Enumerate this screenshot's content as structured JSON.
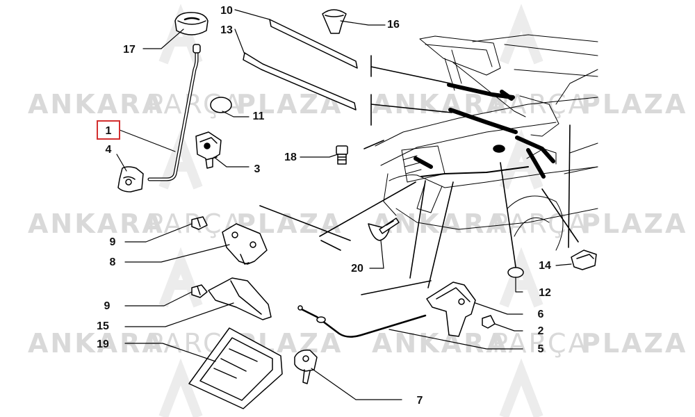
{
  "watermark": {
    "word1": "ANKARA",
    "word2": "PARÇA",
    "word3": "PLAZA"
  },
  "callouts": {
    "c1": "1",
    "c2": "2",
    "c3": "3",
    "c4": "4",
    "c5": "5",
    "c6": "6",
    "c7": "7",
    "c8": "8",
    "c9a": "9",
    "c9b": "9",
    "c10": "10",
    "c11": "11",
    "c12": "12",
    "c13": "13",
    "c14": "14",
    "c15": "15",
    "c16": "16",
    "c17": "17",
    "c18": "18",
    "c19": "19",
    "c20": "20"
  },
  "highlight_color": "#d32f2f"
}
